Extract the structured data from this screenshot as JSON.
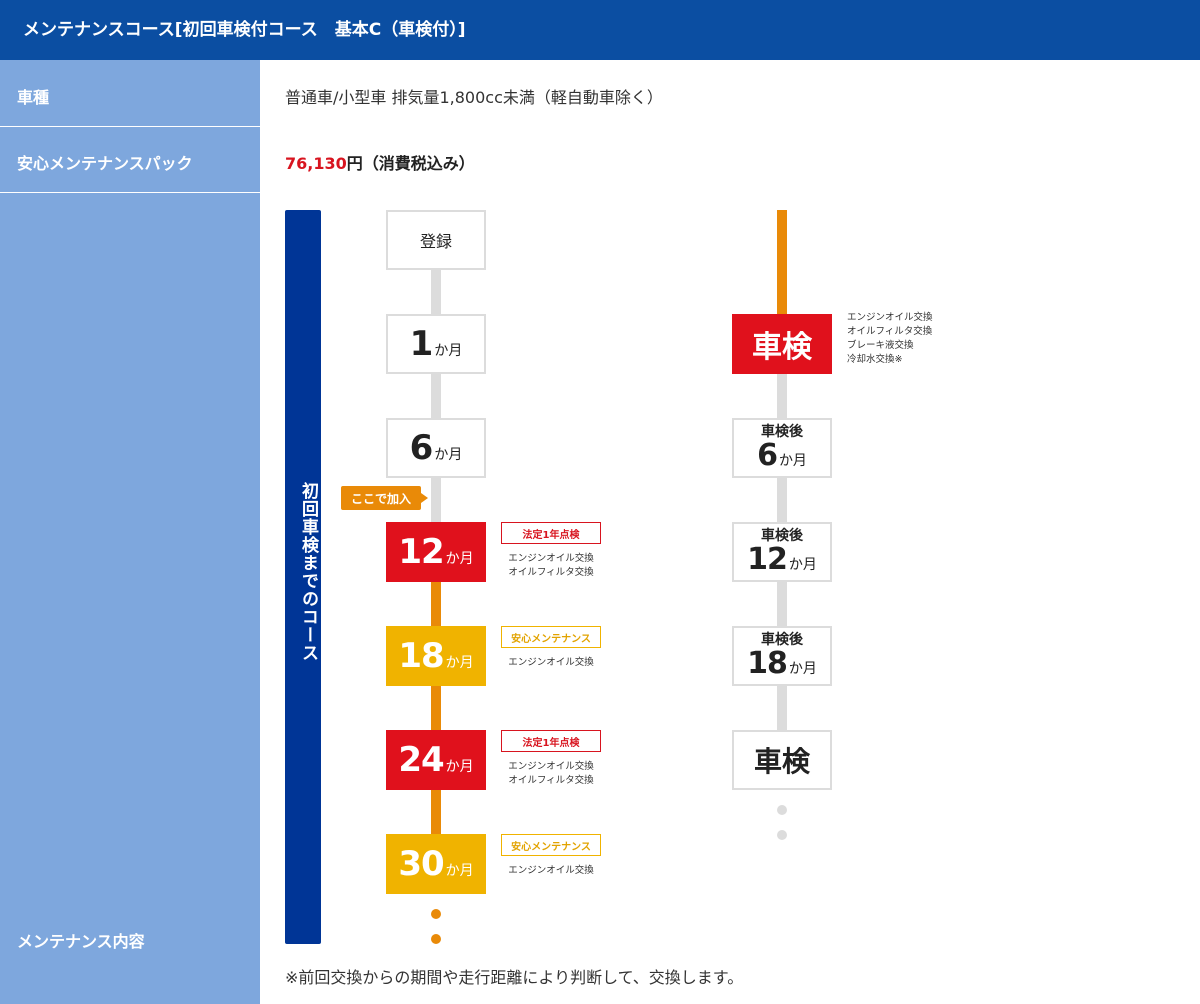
{
  "header": {
    "title": "メンテナンスコース[初回車検付コース　基本C（車検付）]"
  },
  "rows": {
    "vehicle": {
      "label": "車種",
      "value": "普通車/小型車 排気量1,800cc未満（軽自動車除く）"
    },
    "pack": {
      "label": "安心メンテナンスパック",
      "price": "76,130",
      "price_suffix": "円（消費税込み）"
    },
    "content": {
      "label": "メンテナンス内容"
    }
  },
  "course_label": "初回車検までのコース",
  "join_label": "ここで加入",
  "left_timeline": {
    "register": "登録",
    "items": [
      {
        "num": "1",
        "unit": "か月"
      },
      {
        "num": "6",
        "unit": "か月"
      },
      {
        "num": "12",
        "unit": "か月",
        "tag": "法定1年点検",
        "notes": [
          "エンジンオイル交換",
          "オイルフィルタ交換"
        ]
      },
      {
        "num": "18",
        "unit": "か月",
        "tag": "安心メンテナンス",
        "notes": [
          "エンジンオイル交換"
        ]
      },
      {
        "num": "24",
        "unit": "か月",
        "tag": "法定1年点検",
        "notes": [
          "エンジンオイル交換",
          "オイルフィルタ交換"
        ]
      },
      {
        "num": "30",
        "unit": "か月",
        "tag": "安心メンテナンス",
        "notes": [
          "エンジンオイル交換"
        ]
      }
    ]
  },
  "right_timeline": {
    "shaken": "車検",
    "shaken_notes": [
      "エンジンオイル交換",
      "オイルフィルタ交換",
      "ブレーキ液交換",
      "冷却水交換※"
    ],
    "items": [
      {
        "top": "車検後",
        "num": "6",
        "unit": "か月"
      },
      {
        "top": "車検後",
        "num": "12",
        "unit": "か月"
      },
      {
        "top": "車検後",
        "num": "18",
        "unit": "か月"
      }
    ],
    "final": "車検"
  },
  "footnote": "※前回交換からの期間や走行距離により判断して、交換します。",
  "colors": {
    "header": "#0b4ea2",
    "side": "#7ea7dd",
    "course_bar": "#003596",
    "red": "#e0111c",
    "yellow": "#f0b300",
    "orange": "#e98a08",
    "grey_line": "#dcdcdc"
  }
}
